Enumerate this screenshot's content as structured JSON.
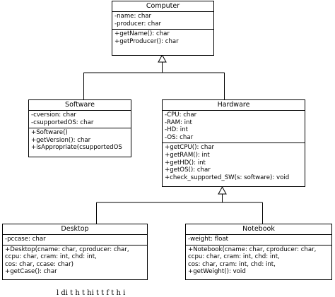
{
  "classes": {
    "computer": {
      "name": "Computer",
      "attributes": [
        "-name: char",
        "-producer: char"
      ],
      "operations": [
        "+getName(): char",
        "+getProducer(): char"
      ]
    },
    "software": {
      "name": "Software",
      "attributes": [
        "-cversion: char",
        "-csupportedOS: char"
      ],
      "operations": [
        "+Software()",
        "+getVersion(): char",
        "+isAppropriate(csupportedOS"
      ]
    },
    "hardware": {
      "name": "Hardware",
      "attributes": [
        "-CPU: char",
        "-RAM: int",
        "-HD: int",
        "-OS: char"
      ],
      "operations": [
        "+getCPU(): char",
        "+getRAM(): int",
        "+getHD(): int",
        "+getOS(): char",
        "+check_supported_SW(s: software): void"
      ]
    },
    "desktop": {
      "name": "Desktop",
      "attributes": [
        "-pccase: char"
      ],
      "operations": [
        "+Desktop(cname: char, cproducer: char,",
        "ccpu: char, cram: int, chd: int,",
        "cos: char, ccase: char)",
        "+getCase(): char"
      ]
    },
    "notebook": {
      "name": "Notebook",
      "attributes": [
        "-weight: float"
      ],
      "operations": [
        "+Notebook(cname: char, cproducer: char,",
        "ccpu: char, cram: int, chd: int,",
        "cos: char, cram: int, chd: int,",
        "+getWeight(): void"
      ]
    }
  },
  "caption": "l    di         t       h   t      hi   t        t   f  t   h      i"
}
